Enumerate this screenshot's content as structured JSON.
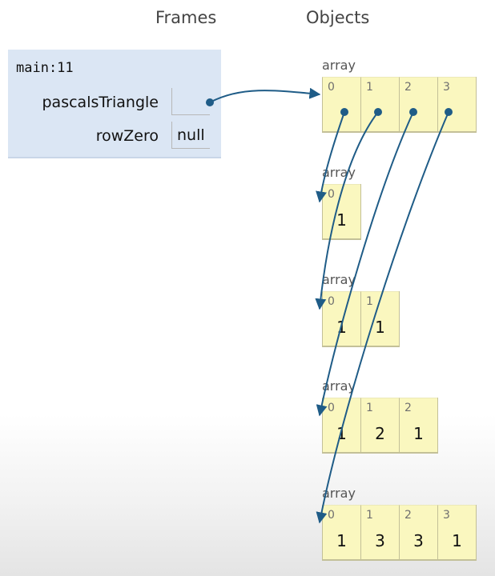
{
  "headers": {
    "frames": "Frames",
    "objects": "Objects"
  },
  "frame": {
    "name": "main:11",
    "vars": [
      {
        "name": "pascalsTriangle",
        "value": ""
      },
      {
        "name": "rowZero",
        "value": "null"
      }
    ]
  },
  "arrays": [
    {
      "label": "array",
      "indices": [
        "0",
        "1",
        "2",
        "3"
      ],
      "values": [
        "",
        "",
        "",
        ""
      ]
    },
    {
      "label": "array",
      "indices": [
        "0"
      ],
      "values": [
        "1"
      ]
    },
    {
      "label": "array",
      "indices": [
        "0",
        "1"
      ],
      "values": [
        "1",
        "1"
      ]
    },
    {
      "label": "array",
      "indices": [
        "0",
        "1",
        "2"
      ],
      "values": [
        "1",
        "2",
        "1"
      ]
    },
    {
      "label": "array",
      "indices": [
        "0",
        "1",
        "2",
        "3"
      ],
      "values": [
        "1",
        "3",
        "3",
        "1"
      ]
    }
  ],
  "colors": {
    "pointer": "#1f5c87",
    "frame_bg": "#dbe6f4",
    "array_bg": "#faf7bf"
  }
}
